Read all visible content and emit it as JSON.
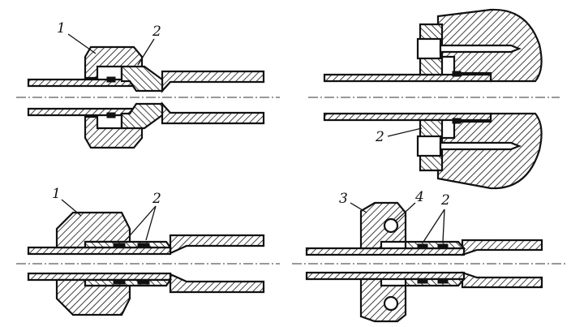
{
  "figures": [
    {
      "id": "top-left",
      "labels": [
        "1",
        "2"
      ]
    },
    {
      "id": "top-right",
      "labels": [
        "2"
      ]
    },
    {
      "id": "bottom-left",
      "labels": [
        "1",
        "2"
      ]
    },
    {
      "id": "bottom-right",
      "labels": [
        "3",
        "4",
        "2"
      ]
    }
  ]
}
